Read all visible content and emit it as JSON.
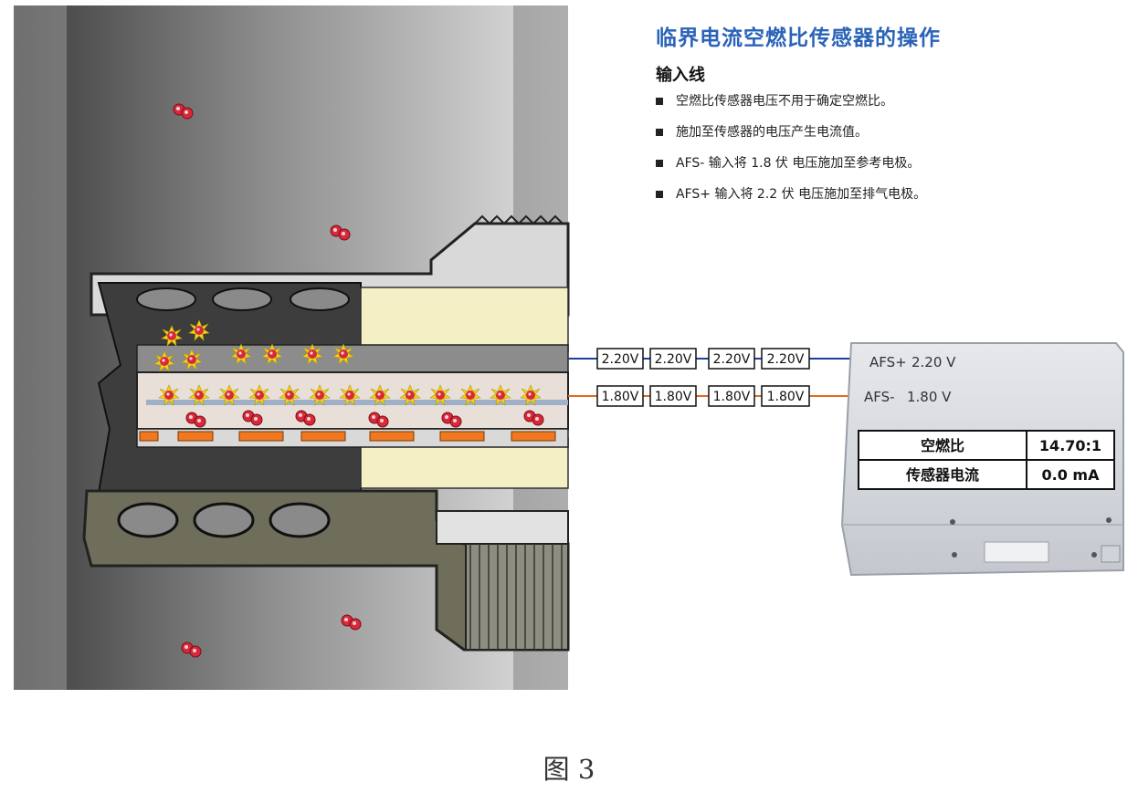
{
  "header": {
    "title": "临界电流空燃比传感器的操作",
    "subtitle": "输入线"
  },
  "bullets": [
    "空燃比传感器电压不用于确定空燃比。",
    "施加至传感器的电压产生电流值。",
    "AFS- 输入将 1.8 伏 电压施加至参考电极。",
    "AFS+ 输入将 2.2 伏 电压施加至排气电极。"
  ],
  "wires": {
    "top_boxes": [
      "2.20V",
      "2.20V",
      "2.20V",
      "2.20V"
    ],
    "bottom_boxes": [
      "1.80V",
      "1.80V",
      "1.80V",
      "1.80V"
    ],
    "top_color": "#1f3fa0",
    "bottom_color": "#e06a1e"
  },
  "ecu": {
    "afs_plus_label": "AFS+",
    "afs_plus_value": "2.20 V",
    "afs_minus_label": "AFS-",
    "afs_minus_value": "1.80 V",
    "table": [
      {
        "label": "空燃比",
        "value": "14.70:1"
      },
      {
        "label": "传感器电流",
        "value": "0.0 mA"
      }
    ]
  },
  "caption": "图 3",
  "colors": {
    "title": "#2a63b8",
    "sensor_body": "#6f6f6f",
    "heater": "#f07820",
    "molecule": "#d8283a",
    "spark": "#f2d21a"
  }
}
